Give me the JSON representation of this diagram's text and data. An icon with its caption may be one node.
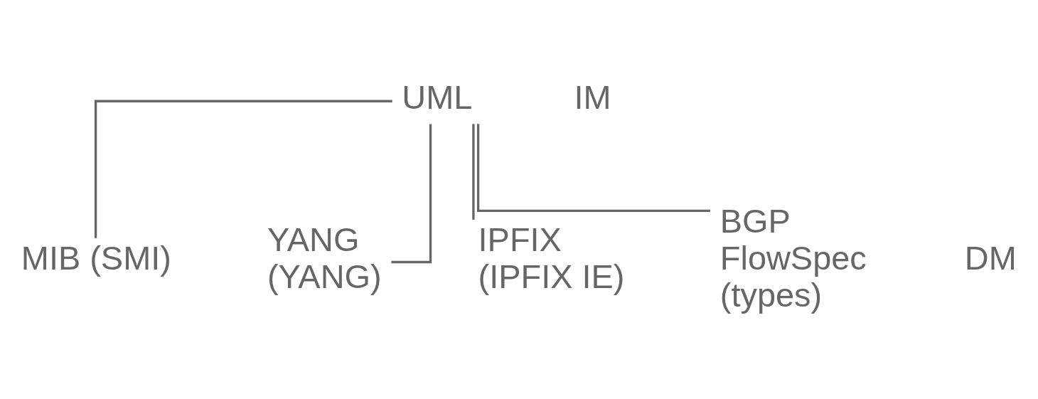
{
  "diagram": {
    "nodes": [
      {
        "text": [
          "UML"
        ]
      },
      {
        "text": [
          "MIB (SMI)"
        ]
      },
      {
        "text": [
          "YANG (YANG)"
        ]
      },
      {
        "text": [
          "IPFIX (IPFIX IE)"
        ]
      },
      {
        "text": [
          "BGP FlowSpec (types)"
        ]
      }
    ],
    "edges": [
      {
        "from": 0,
        "to": 1,
        "arrow": "none"
      },
      {
        "from": 0,
        "to": 2,
        "arrow": "none"
      },
      {
        "from": 0,
        "to": 3,
        "arrow": "none"
      },
      {
        "from": 0,
        "to": 4,
        "arrow": "none"
      }
    ],
    "labels": [
      "IM",
      "DM"
    ]
  }
}
